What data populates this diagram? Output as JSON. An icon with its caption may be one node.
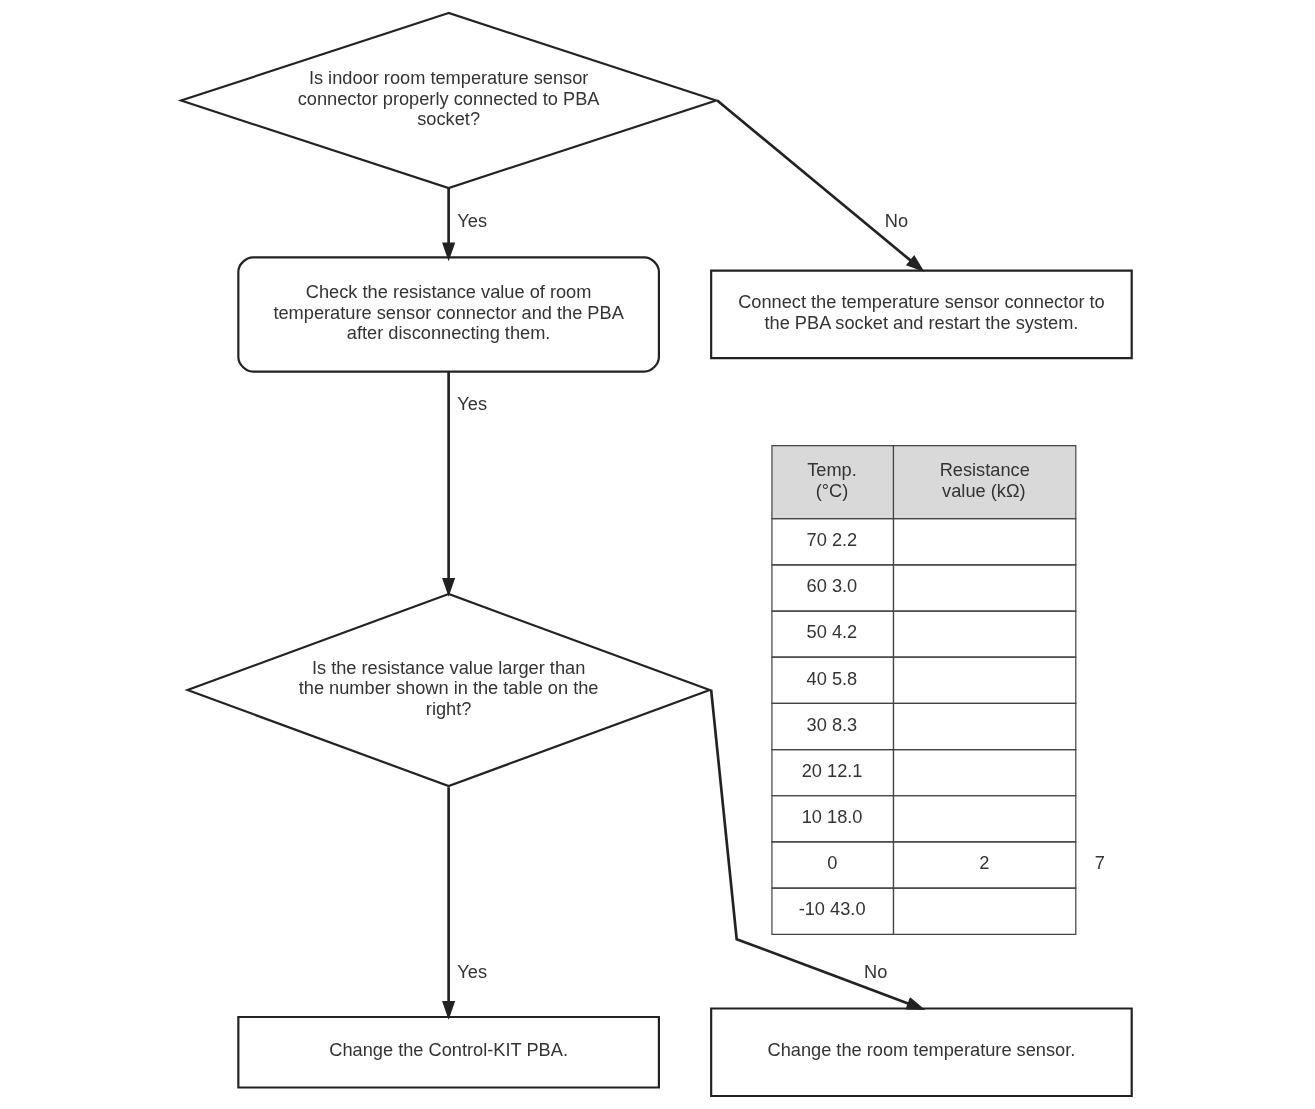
{
  "diagram": {
    "nodes": [
      {
        "text": [
          "Is indoor room temperature sensor connector properly connected to PBA socket?"
        ]
      },
      {
        "text": [
          "Connect the temperature sensor connector to the PBA socket and restart the system."
        ]
      },
      {
        "text": [
          "Check the resistance value of room temperature sensor connector and the PBA after disconnecting them."
        ]
      },
      {
        "text": [
          "Is the resistance value larger than the number shown in the table on the right?"
        ]
      },
      {
        "text": [
          "Change the room temperature sensor."
        ]
      },
      {
        "text": [
          "Change the Control-KIT PBA."
        ]
      }
    ],
    "edges": [
      {
        "from": 0,
        "to": 1,
        "arrow": "to",
        "label": "No"
      },
      {
        "from": 0,
        "to": 2,
        "arrow": "to",
        "label": "Yes"
      },
      {
        "from": 2,
        "to": 3,
        "arrow": "to",
        "label": "Yes"
      },
      {
        "from": 3,
        "to": 4,
        "arrow": "to",
        "label": "No"
      },
      {
        "from": 3,
        "to": 5,
        "arrow": "to",
        "label": "Yes"
      }
    ],
    "labels": [
      "Temp. (°C)",
      "Resistance value (kΩ)",
      "70 2.2",
      "60 3.0",
      "50 4.2",
      "40 5.8",
      "30 8.3",
      "20 12.1",
      "10 18.0",
      "0",
      "2",
      "7",
      "-10 43.0"
    ]
  }
}
